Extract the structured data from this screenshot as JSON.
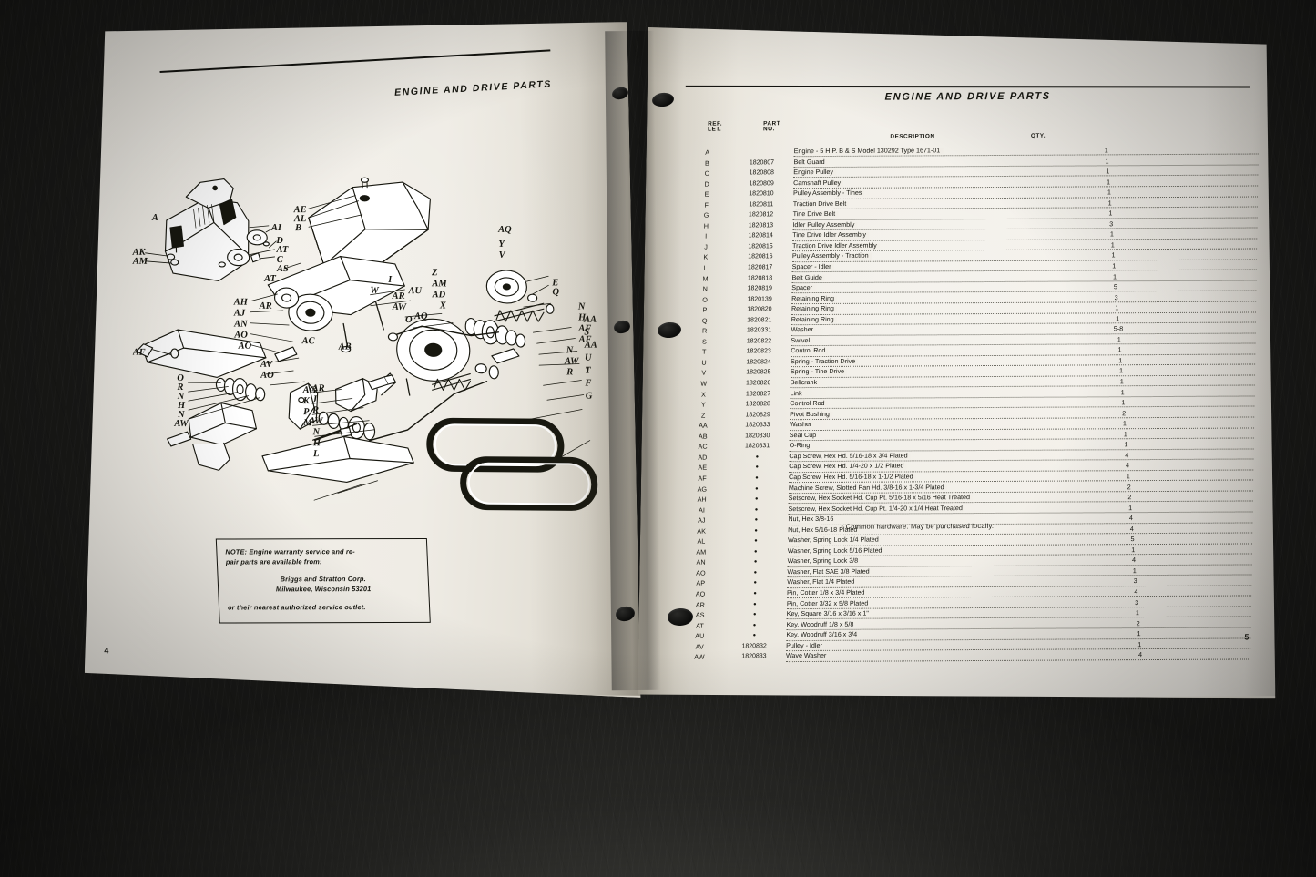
{
  "scene": {
    "description": "Open parts-manual booklet photographed on a dark scratched surface",
    "background_color": "#2a2a28",
    "paper_color": "#f2efe8",
    "ink_color": "#15150f"
  },
  "left_page": {
    "header_title": "ENGINE AND DRIVE PARTS",
    "page_number": "4",
    "note_box": {
      "line1": "NOTE: Engine warranty service and re-",
      "line2": "pair parts are available from:",
      "company": "Briggs and Stratton Corp.",
      "city_state_zip": "Milwaukee, Wisconsin 53201",
      "tail": "or their nearest authorized service outlet."
    },
    "diagram_callouts": [
      "A",
      "AE",
      "AL",
      "B",
      "AI",
      "D",
      "AT",
      "C",
      "AS",
      "AK",
      "AM",
      "AH",
      "AJ",
      "AN",
      "AO",
      "AF",
      "AU",
      "AC",
      "AB",
      "AV",
      "AG",
      "K",
      "P",
      "M",
      "E",
      "Q",
      "N",
      "H",
      "R",
      "AW",
      "AP",
      "AR",
      "W",
      "I",
      "O",
      "Z",
      "AM",
      "AD",
      "X",
      "AQ",
      "Y",
      "V",
      "AA",
      "S",
      "U",
      "T",
      "F",
      "G",
      "J",
      "L"
    ]
  },
  "right_page": {
    "header_title": "ENGINE AND DRIVE PARTS",
    "page_number": "5",
    "columns": {
      "ref_let": "REF.\nLET.",
      "ref_let_line1": "REF.",
      "ref_let_line2": "LET.",
      "part_no_line1": "PART",
      "part_no_line2": "NO.",
      "description": "DESCRIPTION",
      "qty": "QTY."
    },
    "footnote": "* Common hardware. May be purchased locally.",
    "rows": [
      {
        "ref": "A",
        "part": "",
        "desc": "Engine - 5 H.P. B & S Model 130292 Type 1671-01",
        "qty": "1"
      },
      {
        "ref": "B",
        "part": "1820807",
        "desc": "Belt Guard",
        "qty": "1"
      },
      {
        "ref": "C",
        "part": "1820808",
        "desc": "Engine Pulley",
        "qty": "1"
      },
      {
        "ref": "D",
        "part": "1820809",
        "desc": "Camshaft Pulley",
        "qty": "1"
      },
      {
        "ref": "E",
        "part": "1820810",
        "desc": "Pulley Assembly - Tines",
        "qty": "1"
      },
      {
        "ref": "F",
        "part": "1820811",
        "desc": "Traction Drive Belt",
        "qty": "1"
      },
      {
        "ref": "G",
        "part": "1820812",
        "desc": "Tine Drive Belt",
        "qty": "1"
      },
      {
        "ref": "H",
        "part": "1820813",
        "desc": "Idler Pulley Assembly",
        "qty": "3"
      },
      {
        "ref": "I",
        "part": "1820814",
        "desc": "Tine Drive Idler Assembly",
        "qty": "1"
      },
      {
        "ref": "J",
        "part": "1820815",
        "desc": "Traction Drive Idler Assembly",
        "qty": "1"
      },
      {
        "ref": "K",
        "part": "1820816",
        "desc": "Pulley Assembly - Traction",
        "qty": "1"
      },
      {
        "ref": "L",
        "part": "1820817",
        "desc": "Spacer - Idler",
        "qty": "1"
      },
      {
        "ref": "M",
        "part": "1820818",
        "desc": "Belt Guide",
        "qty": "1"
      },
      {
        "ref": "N",
        "part": "1820819",
        "desc": "Spacer",
        "qty": "5"
      },
      {
        "ref": "O",
        "part": "1820139",
        "desc": "Retaining Ring",
        "qty": "3"
      },
      {
        "ref": "P",
        "part": "1820820",
        "desc": "Retaining Ring",
        "qty": "1"
      },
      {
        "ref": "Q",
        "part": "1820821",
        "desc": "Retaining Ring",
        "qty": "1"
      },
      {
        "ref": "R",
        "part": "1820331",
        "desc": "Washer",
        "qty": "5-8"
      },
      {
        "ref": "S",
        "part": "1820822",
        "desc": "Swivel",
        "qty": "1"
      },
      {
        "ref": "T",
        "part": "1820823",
        "desc": "Control Rod",
        "qty": "1"
      },
      {
        "ref": "U",
        "part": "1820824",
        "desc": "Spring - Traction Drive",
        "qty": "1"
      },
      {
        "ref": "V",
        "part": "1820825",
        "desc": "Spring - Tine Drive",
        "qty": "1"
      },
      {
        "ref": "W",
        "part": "1820826",
        "desc": "Bellcrank",
        "qty": "1"
      },
      {
        "ref": "X",
        "part": "1820827",
        "desc": "Link",
        "qty": "1"
      },
      {
        "ref": "Y",
        "part": "1820828",
        "desc": "Control Rod",
        "qty": "1"
      },
      {
        "ref": "Z",
        "part": "1820829",
        "desc": "Pivot Bushing",
        "qty": "2"
      },
      {
        "ref": "AA",
        "part": "1820333",
        "desc": "Washer",
        "qty": "1"
      },
      {
        "ref": "AB",
        "part": "1820830",
        "desc": "Seal Cup",
        "qty": "1"
      },
      {
        "ref": "AC",
        "part": "1820831",
        "desc": "O-Ring",
        "qty": "1"
      },
      {
        "ref": "AD",
        "part": "*",
        "desc": "Cap Screw, Hex Hd. 5/16-18 x 3/4 Plated",
        "qty": "4"
      },
      {
        "ref": "AE",
        "part": "*",
        "desc": "Cap Screw, Hex Hd. 1/4-20 x 1/2 Plated",
        "qty": "4"
      },
      {
        "ref": "AF",
        "part": "*",
        "desc": "Cap Screw, Hex Hd. 5/16-18 x 1-1/2 Plated",
        "qty": "1"
      },
      {
        "ref": "AG",
        "part": "*",
        "desc": "Machine Screw, Slotted Pan Hd. 3/8-16 x 1-3/4 Plated",
        "qty": "2"
      },
      {
        "ref": "AH",
        "part": "*",
        "desc": "Setscrew, Hex Socket Hd. Cup Pt. 5/16-18 x 5/16 Heat Treated",
        "qty": "2"
      },
      {
        "ref": "AI",
        "part": "*",
        "desc": "Setscrew, Hex Socket Hd. Cup Pt. 1/4-20 x 1/4 Heat Treated",
        "qty": "1"
      },
      {
        "ref": "AJ",
        "part": "*",
        "desc": "Nut, Hex 3/8-16",
        "qty": "4"
      },
      {
        "ref": "AK",
        "part": "*",
        "desc": "Nut, Hex 5/16-18 Plated",
        "qty": "4"
      },
      {
        "ref": "AL",
        "part": "*",
        "desc": "Washer, Spring Lock 1/4 Plated",
        "qty": "5"
      },
      {
        "ref": "AM",
        "part": "*",
        "desc": "Washer, Spring Lock 5/16 Plated",
        "qty": "1"
      },
      {
        "ref": "AN",
        "part": "*",
        "desc": "Washer, Spring Lock 3/8",
        "qty": "4"
      },
      {
        "ref": "AO",
        "part": "*",
        "desc": "Washer, Flat SAE 3/8 Plated",
        "qty": "1"
      },
      {
        "ref": "AP",
        "part": "*",
        "desc": "Washer, Flat 1/4 Plated",
        "qty": "3"
      },
      {
        "ref": "AQ",
        "part": "*",
        "desc": "Pin, Cotter 1/8 x 3/4 Plated",
        "qty": "4"
      },
      {
        "ref": "AR",
        "part": "*",
        "desc": "Pin, Cotter 3/32 x 5/8 Plated",
        "qty": "3"
      },
      {
        "ref": "AS",
        "part": "*",
        "desc": "Key, Square 3/16 x 3/16 x 1\"",
        "qty": "1"
      },
      {
        "ref": "AT",
        "part": "*",
        "desc": "Key, Woodruff 1/8 x 5/8",
        "qty": "2"
      },
      {
        "ref": "AU",
        "part": "*",
        "desc": "Key, Woodruff 3/16 x 3/4",
        "qty": "1"
      },
      {
        "ref": "AV",
        "part": "1820832",
        "desc": "Pulley - Idler",
        "qty": "1"
      },
      {
        "ref": "AW",
        "part": "1820833",
        "desc": "Wave Washer",
        "qty": "4"
      }
    ]
  }
}
